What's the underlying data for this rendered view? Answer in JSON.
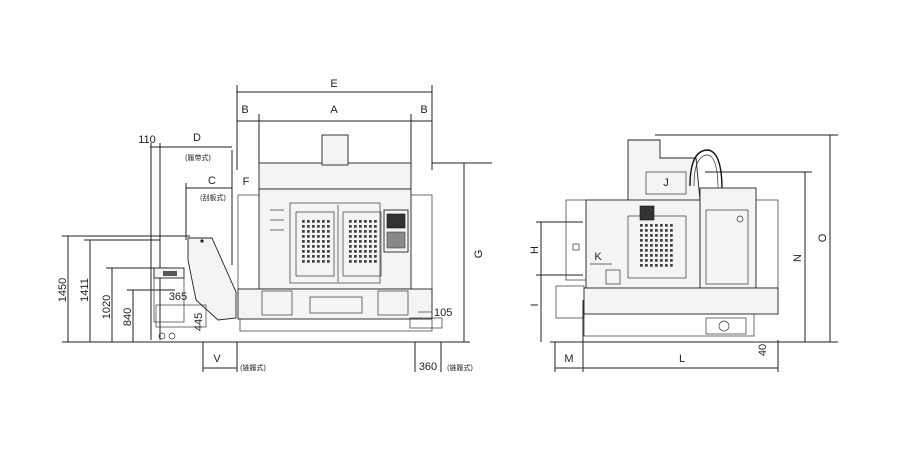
{
  "labels": {
    "E": "E",
    "A": "A",
    "B_left": "B",
    "B_right": "B",
    "D": "D",
    "D_note": "(履带式)",
    "C": "C",
    "C_note": "(刮板式)",
    "F": "F",
    "G": "G",
    "H": "H",
    "I": "I",
    "J": "J",
    "K": "K",
    "L": "L",
    "M": "M",
    "N": "N",
    "O": "O",
    "V": "V",
    "V_note": "(链履式)",
    "right_note": "(链履式)"
  },
  "dimensions": {
    "d110": "110",
    "d1450": "1450",
    "d1411": "1411",
    "d1020": "1020",
    "d840": "840",
    "d365": "365",
    "d445": "445",
    "d105": "105",
    "d360": "360",
    "d40": "40"
  }
}
